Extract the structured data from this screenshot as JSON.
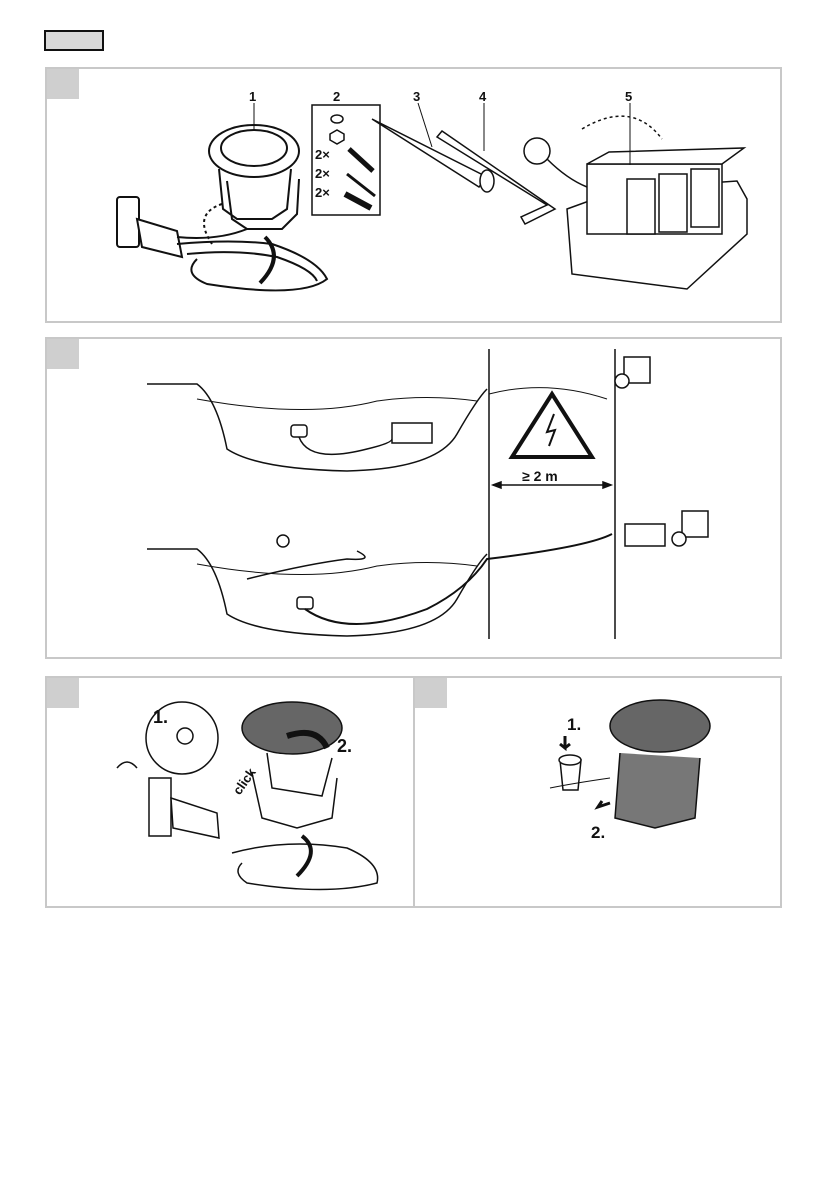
{
  "panel1": {
    "part_numbers": [
      "1",
      "2",
      "3",
      "4",
      "5"
    ],
    "qty_labels": [
      "2×",
      "2×",
      "2×"
    ]
  },
  "panel2": {
    "distance_label": "≥ 2 m"
  },
  "panel3": {
    "step1": "1.",
    "step2": "2.",
    "click_label": "click"
  },
  "panel4": {
    "step1": "1.",
    "step2": "2."
  }
}
